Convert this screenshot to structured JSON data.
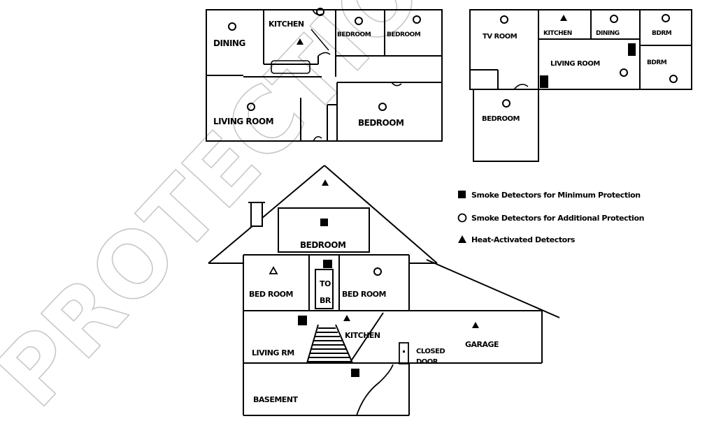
{
  "watermark": "PROTECTION PLUS",
  "legend": {
    "items": [
      {
        "symbol": "square",
        "text": "Smoke Detectors for Minimum Protection"
      },
      {
        "symbol": "circle",
        "text": "Smoke Detectors for Additional Protection"
      },
      {
        "symbol": "triangle",
        "text": "Heat-Activated Detectors"
      }
    ]
  },
  "floor_plan_1": {
    "dining": "DINING",
    "kitchen": "KITCHEN",
    "bedroom_a": "BEDROOM",
    "bedroom_b": "BEDROOM",
    "living_room": "LIVING ROOM",
    "bedroom_c": "BEDROOM"
  },
  "floor_plan_2": {
    "tv_room": "TV ROOM",
    "kitchen": "KITCHEN",
    "dining": "DINING",
    "bdrm_a": "BDRM",
    "living_room": "LIVING ROOM",
    "bdrm_b": "BDRM",
    "bedroom": "BEDROOM"
  },
  "house": {
    "attic_bedroom": "BEDROOM",
    "bedroom_left": "BED ROOM",
    "bedroom_right": "BED ROOM",
    "to_label": "TO",
    "br_label": "BR",
    "kitchen": "KITCHEN",
    "living_rm": "LIVING RM",
    "closed_door": "CLOSED",
    "door": "DOOR",
    "garage": "GARAGE",
    "basement": "BASEMENT"
  }
}
